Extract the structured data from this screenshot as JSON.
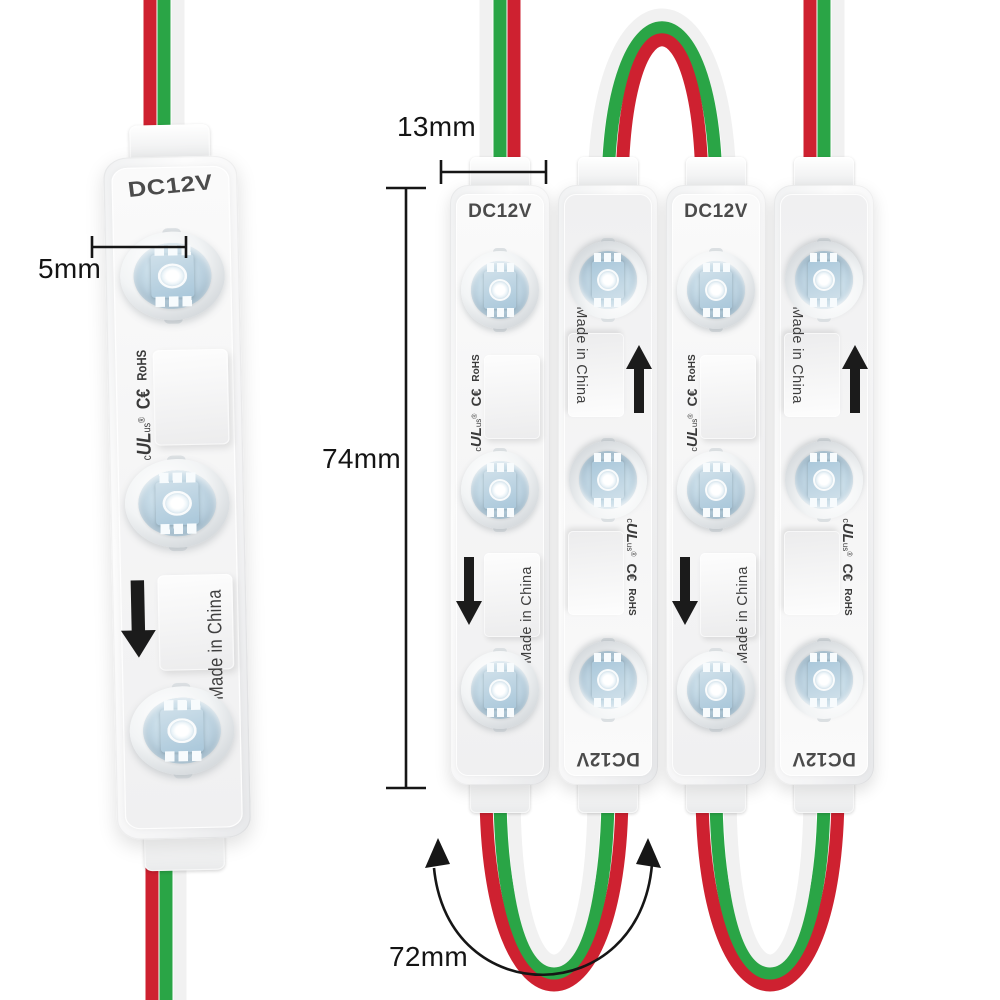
{
  "product": {
    "voltage_label": "DC12V",
    "made_in_label": "Made in China",
    "cert": {
      "c": "c",
      "ul": "UL",
      "us": "us",
      "reg": "®",
      "ce": "C€",
      "rohs": "RoHS"
    },
    "leds_per_module": 3,
    "module_count_right_group": 4,
    "module_count_left": 1,
    "wire_colors": [
      "red",
      "green",
      "white"
    ]
  },
  "dimensions": {
    "led_width": "5mm",
    "module_width": "13mm",
    "module_length": "74mm",
    "wire_spacing": "72mm"
  },
  "colors": {
    "wire_red": "#ce2130",
    "wire_green": "#2aa546",
    "wire_white": "#f1f1f1",
    "lens_blue": "#b7cedd",
    "annotation": "#161616",
    "module_body": "#f4f4f5"
  }
}
